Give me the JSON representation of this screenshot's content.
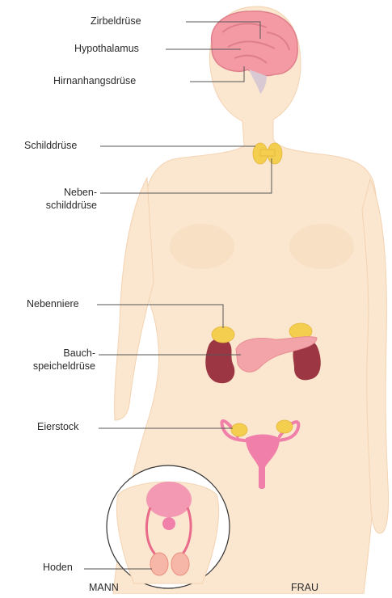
{
  "labels": {
    "zirbel": "Zirbeldrüse",
    "hypothalamus": "Hypothalamus",
    "hirnanhang": "Hirnanhangsdrüse",
    "schild": "Schilddrüse",
    "neben_schild_1": "Neben-",
    "neben_schild_2": "schilddrüse",
    "nebenniere": "Nebenniere",
    "bauch_1": "Bauch-",
    "bauch_2": "speicheldrüse",
    "eierstock": "Eierstock",
    "hoden": "Hoden",
    "mann": "MANN",
    "frau": "FRAU"
  },
  "colors": {
    "skin": "#fbe6cf",
    "skin_outline": "#f3d3b2",
    "gland": "#f4cf4f",
    "brain": "#f39aa5",
    "kidney": "#9c3642",
    "pancreas": "#f3a4a9",
    "uterus": "#f07fa9",
    "leader": "#555555"
  }
}
